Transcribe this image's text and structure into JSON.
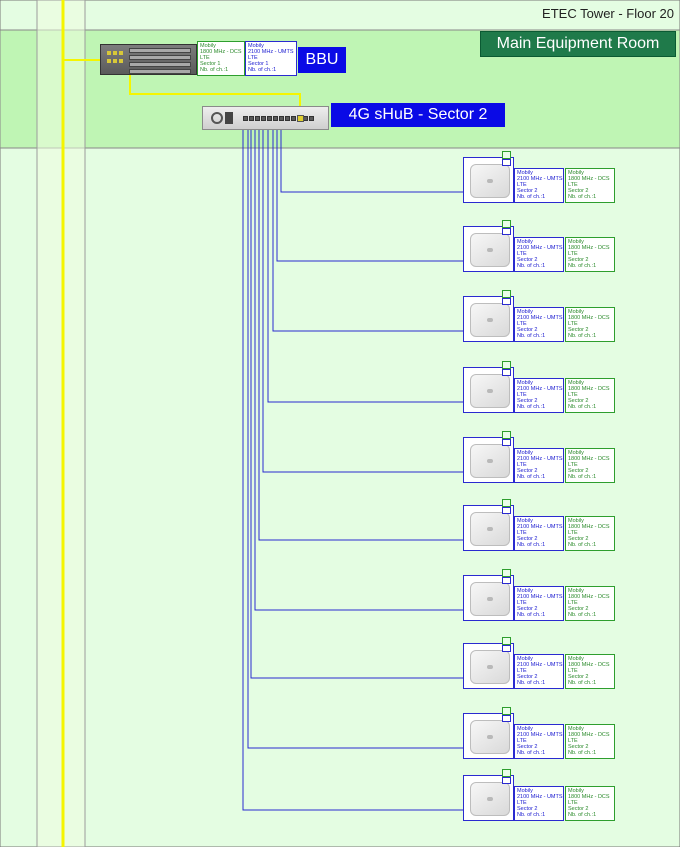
{
  "floor_title": "ETEC Tower - Floor 20",
  "room_label": "Main Equipment Room",
  "colors": {
    "room_fill": "#bff5b4",
    "floor_fill": "#e4fde2",
    "riser_line": "#f5f500",
    "cable_line": "#2a2ad0",
    "label_blue": "#0a0ae6",
    "label_green": "#1f7a4a"
  },
  "bbu": {
    "label": "BBU",
    "bands": [
      {
        "lines": [
          "Mobily",
          "1800 MHz - DCS",
          "LTE",
          "Sector 1",
          "Nb. of ch.:1"
        ],
        "color": "green"
      },
      {
        "lines": [
          "Mobily",
          "2100 MHz - UMTS",
          "LTE",
          "Sector 1",
          "Nb. of ch.:1"
        ],
        "color": "blue"
      }
    ]
  },
  "shub": {
    "label": "4G sHuB - Sector 2"
  },
  "access_points": [
    {
      "bands": [
        {
          "lines": [
            "Mobily",
            "2100 MHz - UMTS",
            "LTE",
            "Sector 2",
            "Nb. of ch.:1"
          ],
          "color": "blue"
        },
        {
          "lines": [
            "Mobily",
            "1800 MHz - DCS",
            "LTE",
            "Sector 2",
            "Nb. of ch.:1"
          ],
          "color": "green"
        }
      ]
    },
    {
      "bands": [
        {
          "lines": [
            "Mobily",
            "2100 MHz - UMTS",
            "LTE",
            "Sector 2",
            "Nb. of ch.:1"
          ],
          "color": "blue"
        },
        {
          "lines": [
            "Mobily",
            "1800 MHz - DCS",
            "LTE",
            "Sector 2",
            "Nb. of ch.:1"
          ],
          "color": "green"
        }
      ]
    },
    {
      "bands": [
        {
          "lines": [
            "Mobily",
            "2100 MHz - UMTS",
            "LTE",
            "Sector 2",
            "Nb. of ch.:1"
          ],
          "color": "blue"
        },
        {
          "lines": [
            "Mobily",
            "1800 MHz - DCS",
            "LTE",
            "Sector 2",
            "Nb. of ch.:1"
          ],
          "color": "green"
        }
      ]
    },
    {
      "bands": [
        {
          "lines": [
            "Mobily",
            "2100 MHz - UMTS",
            "LTE",
            "Sector 2",
            "Nb. of ch.:1"
          ],
          "color": "blue"
        },
        {
          "lines": [
            "Mobily",
            "1800 MHz - DCS",
            "LTE",
            "Sector 2",
            "Nb. of ch.:1"
          ],
          "color": "green"
        }
      ]
    },
    {
      "bands": [
        {
          "lines": [
            "Mobily",
            "2100 MHz - UMTS",
            "LTE",
            "Sector 2",
            "Nb. of ch.:1"
          ],
          "color": "blue"
        },
        {
          "lines": [
            "Mobily",
            "1800 MHz - DCS",
            "LTE",
            "Sector 2",
            "Nb. of ch.:1"
          ],
          "color": "green"
        }
      ]
    },
    {
      "bands": [
        {
          "lines": [
            "Mobily",
            "2100 MHz - UMTS",
            "LTE",
            "Sector 2",
            "Nb. of ch.:1"
          ],
          "color": "blue"
        },
        {
          "lines": [
            "Mobily",
            "1800 MHz - DCS",
            "LTE",
            "Sector 2",
            "Nb. of ch.:1"
          ],
          "color": "green"
        }
      ]
    },
    {
      "bands": [
        {
          "lines": [
            "Mobily",
            "2100 MHz - UMTS",
            "LTE",
            "Sector 2",
            "Nb. of ch.:1"
          ],
          "color": "blue"
        },
        {
          "lines": [
            "Mobily",
            "1800 MHz - DCS",
            "LTE",
            "Sector 2",
            "Nb. of ch.:1"
          ],
          "color": "green"
        }
      ]
    },
    {
      "bands": [
        {
          "lines": [
            "Mobily",
            "2100 MHz - UMTS",
            "LTE",
            "Sector 2",
            "Nb. of ch.:1"
          ],
          "color": "blue"
        },
        {
          "lines": [
            "Mobily",
            "1800 MHz - DCS",
            "LTE",
            "Sector 2",
            "Nb. of ch.:1"
          ],
          "color": "green"
        }
      ]
    },
    {
      "bands": [
        {
          "lines": [
            "Mobily",
            "2100 MHz - UMTS",
            "LTE",
            "Sector 2",
            "Nb. of ch.:1"
          ],
          "color": "blue"
        },
        {
          "lines": [
            "Mobily",
            "1800 MHz - DCS",
            "LTE",
            "Sector 2",
            "Nb. of ch.:1"
          ],
          "color": "green"
        }
      ]
    },
    {
      "bands": [
        {
          "lines": [
            "Mobily",
            "2100 MHz - UMTS",
            "LTE",
            "Sector 2",
            "Nb. of ch.:1"
          ],
          "color": "blue"
        },
        {
          "lines": [
            "Mobily",
            "1800 MHz - DCS",
            "LTE",
            "Sector 2",
            "Nb. of ch.:1"
          ],
          "color": "green"
        }
      ]
    }
  ]
}
